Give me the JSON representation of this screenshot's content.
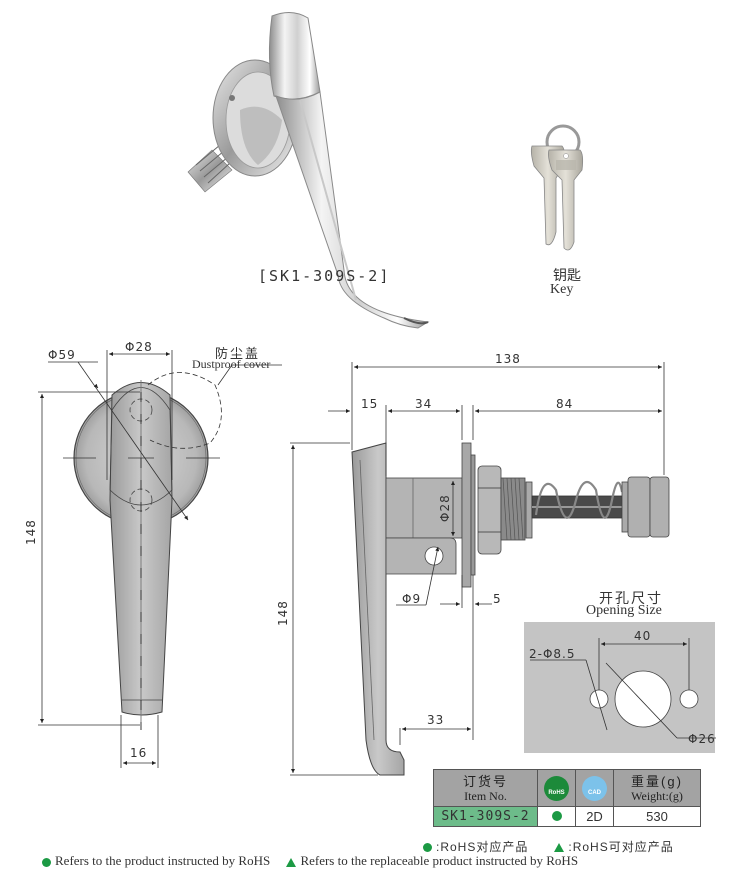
{
  "product": {
    "model_label": "[SK1-309S-2]",
    "key_label_cn": "钥匙",
    "key_label_en": "Key"
  },
  "front_view": {
    "dim_phi59": "Φ59",
    "dim_phi28": "Φ28",
    "dim_height": "148",
    "dim_width_bottom": "16",
    "dustproof_cn": "防尘盖",
    "dustproof_en": "Dustproof cover"
  },
  "side_view": {
    "dim_total": "138",
    "dim_15": "15",
    "dim_34": "34",
    "dim_84": "84",
    "dim_phi28": "Φ28",
    "dim_phi9": "Φ9",
    "dim_5": "5",
    "dim_height": "148",
    "dim_33": "33"
  },
  "opening_size": {
    "title_cn": "开孔尺寸",
    "title_en": "Opening Size",
    "dim_40": "40",
    "dim_holes": "2-Φ8.5",
    "dim_phi26": "Φ26",
    "background_color": "#c4c4c4"
  },
  "item_table": {
    "headers": {
      "item_no_cn": "订货号",
      "item_no_en": "Item No.",
      "rohs_badge": "RoHS",
      "cad_badge": "CAD",
      "weight_cn": "重量(g)",
      "weight_en": "Weight:(g)"
    },
    "rows": [
      {
        "item_no": "SK1-309S-2",
        "rohs": "●",
        "cad": "2D",
        "weight": "530"
      }
    ],
    "header_bg": "#a3a3a3",
    "item_bg": "#6dbc8a"
  },
  "legend": {
    "cn_rohs": ":RoHS对应产品",
    "cn_replaceable": ":RoHS可对应产品",
    "en_rohs": "Refers to the product instructed by RoHS",
    "en_replaceable": "Refers to the replaceable product instructed by RoHS",
    "accent_color": "#1c9a44"
  }
}
